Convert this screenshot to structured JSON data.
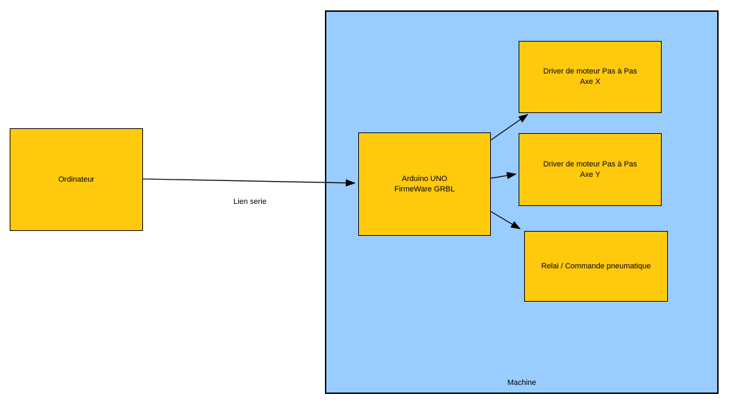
{
  "colors": {
    "node_fill": "#FFC90E",
    "machine_fill": "#99CCFF",
    "border": "#000000",
    "background": "#FFFFFF"
  },
  "nodes": {
    "ordinateur": {
      "line1": "Ordinateur"
    },
    "arduino": {
      "line1": "Arduino UNO",
      "line2": "FirmeWare GRBL"
    },
    "driver_x": {
      "line1": "Driver de moteur Pas à Pas",
      "line2": "Axe X"
    },
    "driver_y": {
      "line1": "Driver de moteur Pas à Pas",
      "line2": "Axe Y"
    },
    "relai": {
      "line1": "Relai / Commande pneumatique"
    }
  },
  "labels": {
    "machine": "Machine",
    "lien_serie": "Lien serie"
  }
}
